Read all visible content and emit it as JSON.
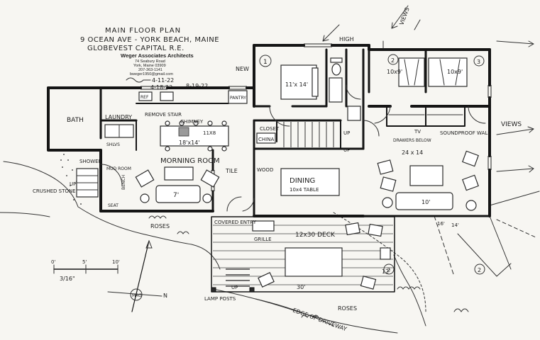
{
  "title_block": {
    "title": "MAIN FLOOR PLAN",
    "address": "9 OCEAN AVE - YORK BEACH, MAINE",
    "client": "GLOBEVEST CAPITAL R.E."
  },
  "stamp": {
    "firm": "Weger Associates Architects",
    "street": "74 Seabury Road",
    "city": "York, Maine 03909",
    "phone": "207-363-1141",
    "email": "bweger1950@gmail.com"
  },
  "dates": {
    "d1": "4-11-22",
    "d2": "4-18-22",
    "d3": "8-19-22"
  },
  "rooms": {
    "bath": "BATH",
    "laundry": "LAUNDRY",
    "remove_stair": "REMOVE STAIR",
    "chimney": "CHIMNEY",
    "island": "11X8",
    "kitchen_dim": "18'x14'",
    "morning_room": "MORNING ROOM",
    "shower": "SHOWER",
    "mud_room": "MUD ROOM",
    "bench": "BENCH",
    "seat": "SEAT",
    "tile": "TILE",
    "wood": "WOOD",
    "dining": "DINING",
    "dining_table": "10x4 TABLE",
    "china": "CHINA",
    "closet": "CLOSET",
    "covered_entry": "COVERED ENTRY",
    "grille": "GRILLE",
    "deck": "12x30 DECK",
    "deck_width": "30'",
    "deck_depth": "12'",
    "lamp_posts": "LAMP POSTS",
    "up_left": "UP",
    "up_stair": "UP",
    "up_hall": "UP",
    "up_deck": "UP",
    "tv": "TV",
    "drawers": "DRAWERS BELOW",
    "living_dim": "24 x 14",
    "soundproof": "SOUNDPROOF WALL",
    "bed1": "11'x 14'",
    "bed2a": "10x9'",
    "bed2b": "10x9'",
    "new": "NEW",
    "high": "HIGH",
    "sofa_left": "7'",
    "sofa_right": "10'",
    "dim_14": "14'",
    "dim_16": "16'",
    "roses_left": "ROSES",
    "roses_bottom": "ROSES",
    "stone": "CRUSHED STONE",
    "driveway": "EDGE OF DRIVEWAY",
    "views_top": "VIEWS",
    "views_right": "VIEWS"
  },
  "marks": {
    "m1": "1",
    "m3": "3",
    "m2": "2",
    "m4": "2"
  },
  "scale": {
    "t0": "0'",
    "t5": "5'",
    "t10": "10'",
    "ratio": "3/16\"",
    "north": "N",
    "mag": "MAG"
  }
}
